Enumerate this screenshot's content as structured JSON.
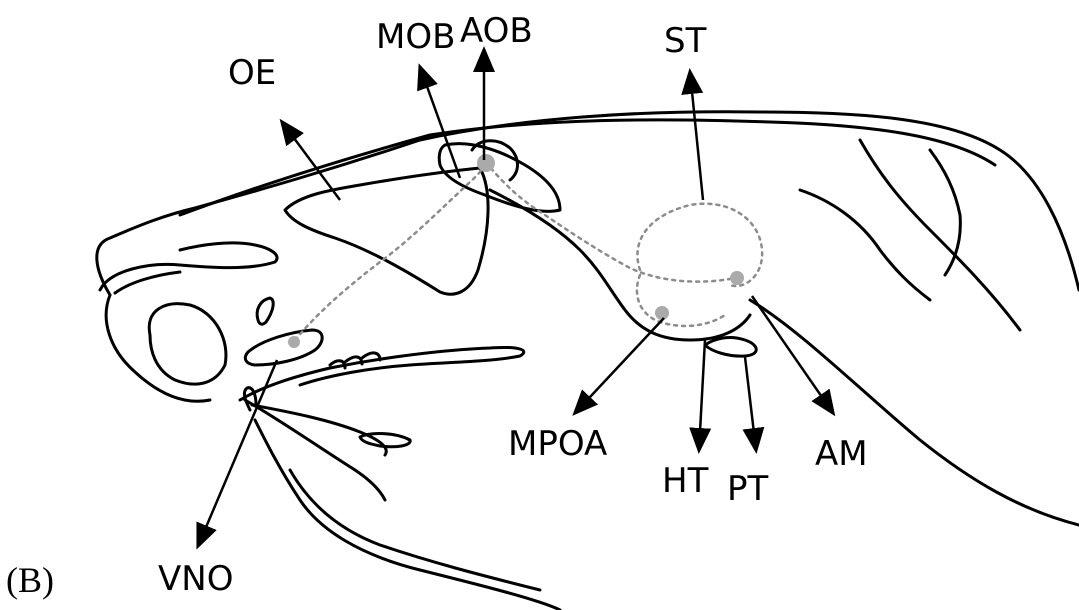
{
  "panel_label": "(B)",
  "labels": {
    "OE": "OE",
    "MOB": "MOB",
    "AOB": "AOB",
    "ST": "ST",
    "MPOA": "MPOA",
    "HT": "HT",
    "PT": "PT",
    "AM": "AM",
    "VNO": "VNO"
  },
  "colors": {
    "outline": "#000000",
    "pathway": "#8c8c8c",
    "region_fill": "#aaaaaa"
  }
}
